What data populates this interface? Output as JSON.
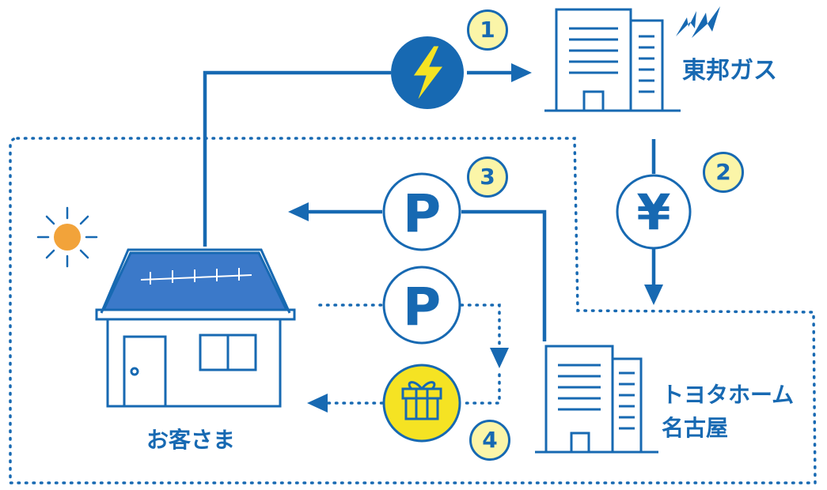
{
  "colors": {
    "accent": "#1769b2",
    "highlight": "#f5e323",
    "badge_fill": "#fbf5a8",
    "sun": "#f2a33a",
    "panel": "#3b79c9"
  },
  "icons": [
    "sun-icon",
    "house-icon",
    "solar-panel-icon",
    "lightning-icon",
    "yen-icon",
    "point-icon",
    "gift-icon",
    "office-building-icon",
    "spark-icon"
  ],
  "labels": {
    "toho_gas": "東邦ガス",
    "toyota_home_line1": "トヨタホーム",
    "toyota_home_line2": "名古屋",
    "customer": "お客さま"
  },
  "symbols": {
    "yen": "¥",
    "point": "P"
  },
  "steps": [
    "1",
    "2",
    "3",
    "4"
  ]
}
